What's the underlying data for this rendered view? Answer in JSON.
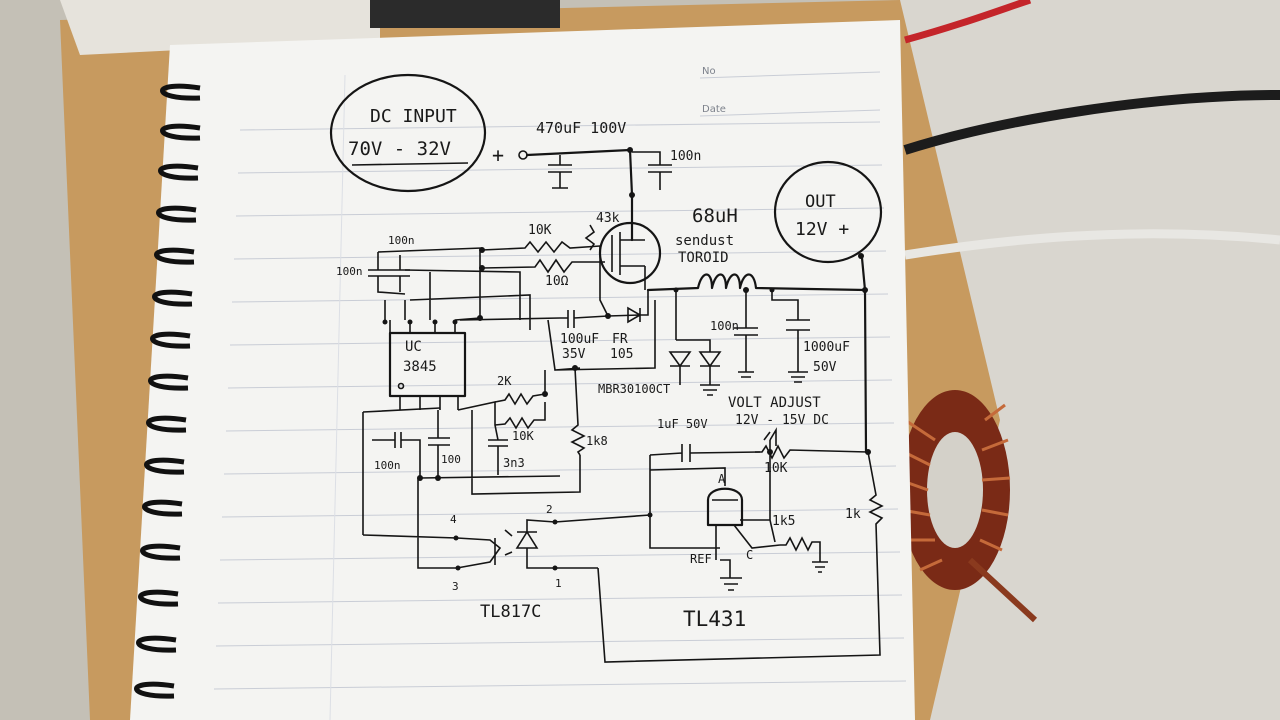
{
  "notebook": {
    "no_label": "No",
    "date_label": "Date"
  },
  "labels": {
    "input_line1": "DC INPUT",
    "input_line2": "70V - 32V",
    "output_line1": "OUT",
    "output_line2": "12V +",
    "plus_sign": "+",
    "cap_in": "470uF 100V",
    "cap_in_100n": "100n",
    "r_43k": "43k",
    "inductor_value": "68uH",
    "inductor_type1": "sendust",
    "inductor_type2": "TOROID",
    "r_10k_top": "10K",
    "r_10ohm": "10Ω",
    "cap_100n_a": "100n",
    "cap_100n_b": "100n",
    "ic_name1": "UC",
    "ic_name2": "3845",
    "cap_boot1": "100uF",
    "cap_boot2": "35V",
    "diode_fr1": "FR",
    "diode_fr2": "105",
    "schottky": "MBR30100CT",
    "cap_out_100n": "100n",
    "cap_out1": "1000uF",
    "cap_out2": "50V",
    "volt_adjust1": "VOLT ADJUST",
    "volt_adjust2": "12V - 15V DC",
    "r_2k": "2K",
    "r_10k_mid": "10K",
    "cap_3n3": "3n3",
    "cap_100n_c": "100n",
    "cap_100n_d": "100",
    "r_1k8": "1k8",
    "cap_1uf": "1uF 50V",
    "pot_10k": "10K",
    "tl_a": "A",
    "r_1k5": "1k5",
    "r_1k": "1k",
    "tl_ref": "REF",
    "tl_c": "C",
    "pin4": "4",
    "pin3": "3",
    "pin2": "2",
    "pin1": "1",
    "opto": "TL817C",
    "shunt": "TL431"
  }
}
